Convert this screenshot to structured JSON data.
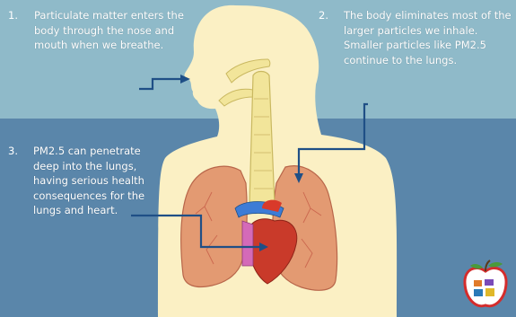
{
  "steps": [
    {
      "number": "1.",
      "text": "Particulate matter enters the body through the nose and mouth when we breathe."
    },
    {
      "number": "2.",
      "text": "The body eliminates most of the larger particles we inhale.  Smaller particles like PM2.5 continue to the lungs."
    },
    {
      "number": "3.",
      "text": "PM2.5 can penetrate deep into the lungs, having serious health consequences for the lungs and heart."
    }
  ],
  "colors": {
    "top_band": "#8fbac9",
    "bottom_band": "#5a86aa",
    "body_silhouette": "#fbf0c4",
    "arrows": "#1f4f86",
    "lungs": "#e39a72",
    "heart": "#c93a2a",
    "trachea": "#f2e59a"
  },
  "icons": [
    "body-silhouette-illustration",
    "lungs-illustration",
    "heart-illustration",
    "apple-logo-icon"
  ]
}
